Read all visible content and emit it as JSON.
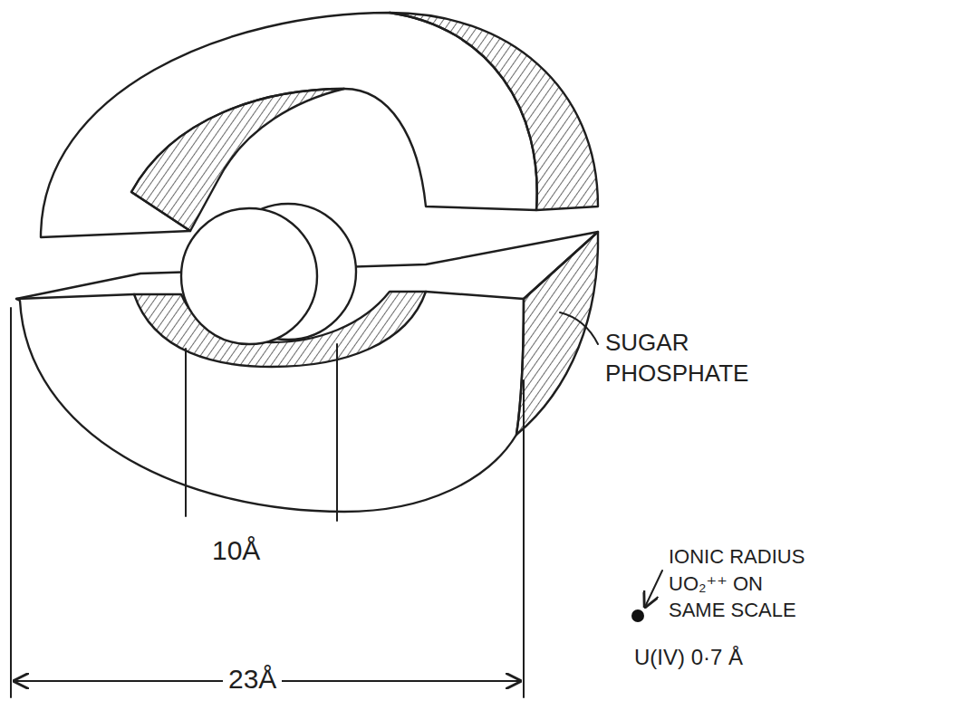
{
  "diagram": {
    "labels": [
      "SUGAR PHOSPHATE",
      "10Å",
      "23Å",
      "IONIC RADIUS UO₂⁺⁺ ON SAME SCALE",
      "U(IV) 0·7 Å"
    ]
  }
}
